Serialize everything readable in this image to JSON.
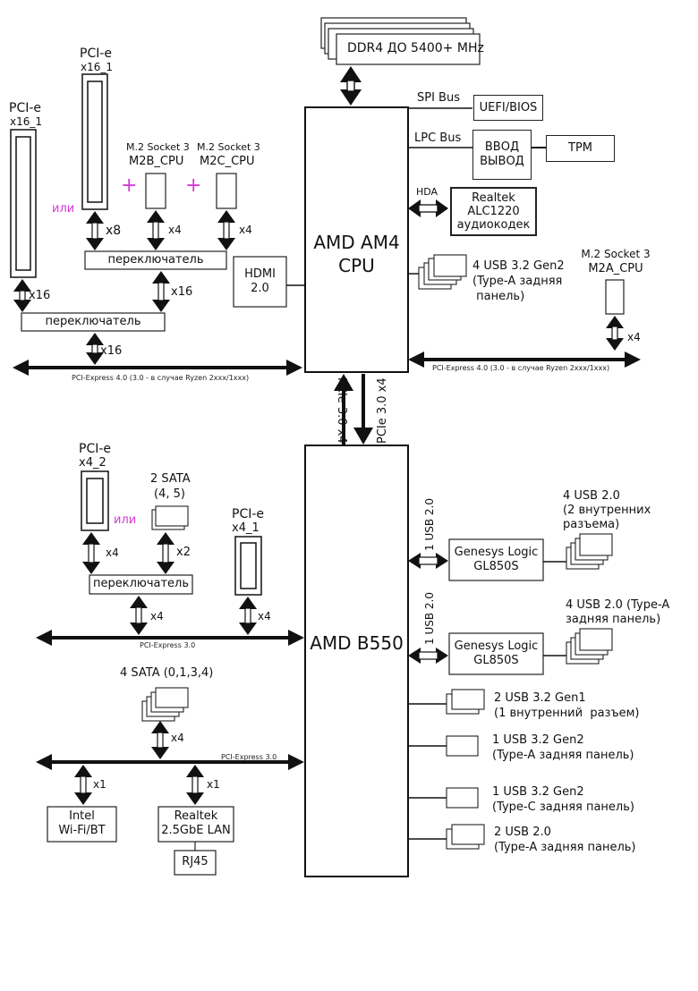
{
  "cpu": {
    "name": "AMD AM4\nCPU"
  },
  "chipset": {
    "name": "AMD B550"
  },
  "memory": {
    "label": "DDR4 ДО 5400+ MHz"
  },
  "cpu_links": {
    "spi_bus": "SPI Bus",
    "lpc_bus": "LPC Bus",
    "hda": "HDA",
    "uefi_bios": "UEFI/BIOS",
    "io_chip": "ВВОД\nВЫВОД",
    "tpm": "TPM",
    "audio_codec": "Realtek\nALC1220\nаудиокодек",
    "hdmi": "HDMI\n2.0",
    "usb_rear": "4 USB 3.2 Gen2\n(Type-A задняя\n панель)",
    "m2a_title": "M.2 Socket 3",
    "m2a_name": "M2A_CPU",
    "m2a_lanes": "x4"
  },
  "cpu_pcie_left": {
    "slot_a_title": "PCI-e",
    "slot_a_name": "x16_1",
    "slot_b_title": "PCI-e",
    "slot_b_name": "x16_1",
    "or_label": "или",
    "plus_symbol": "+",
    "m2b_title": "M.2 Socket 3",
    "m2b_name": "M2B_CPU",
    "m2c_title": "M.2 Socket 3",
    "m2c_name": "M2C_CPU",
    "lanes_x8": "x8",
    "lanes_m2b": "x4",
    "lanes_m2c": "x4",
    "switch_upper": "переключатель",
    "switch_lower": "переключатель",
    "lanes_switch_up": "x16",
    "lanes_slot_a": "x16",
    "lanes_to_bus": "x16"
  },
  "buses": {
    "cpu_bus_left": "PCI-Express 4.0 (3.0 - в случае Ryzen 2xxx/1xxx)",
    "cpu_bus_right": "PCI-Express 4.0 (3.0 - в случае Ryzen 2xxx/1xxx)",
    "uplink_down": "PCIe 3.0 x4",
    "uplink_up": "PCIe 3.0 x4",
    "chipset_bus_upper": "PCI-Express 3.0",
    "chipset_bus_lower": "PCI-Express 3.0"
  },
  "chipset_left": {
    "slot_x4_2_title": "PCI-e",
    "slot_x4_2_name": "x4_2",
    "or_label": "или",
    "sata2_title": "2 SATA",
    "sata2_ports": "(4, 5)",
    "slot_x4_1_title": "PCI-e",
    "slot_x4_1_name": "x4_1",
    "lanes_slot_x4_2": "x4",
    "lanes_sata2": "x2",
    "switch": "переключатель",
    "lanes_switch": "x4",
    "lanes_slot_x4_1": "x4",
    "sata4_label": "4 SATA (0,1,3,4)",
    "lanes_sata4": "x4",
    "wifi": "Intel\nWi-Fi/BT",
    "lanes_wifi": "x1",
    "lan": "Realtek\n2.5GbE LAN",
    "lanes_lan": "x1",
    "rj45": "RJ45"
  },
  "chipset_right": {
    "link1_label": "1 USB 2.0",
    "hub1": "Genesys Logic\nGL850S",
    "hub1_ports": "4 USB 2.0\n(2 внутренних\nразъема)",
    "link2_label": "1 USB 2.0",
    "hub2": "Genesys Logic\nGL850S",
    "hub2_ports": "4 USB 2.0 (Type-A\nзадняя панель)",
    "usb_gen1": "2 USB 3.2 Gen1\n(1 внутренний  разъем)",
    "usb_gen2_a": "1 USB 3.2 Gen2\n(Type-A задняя панель)",
    "usb_gen2_c": "1 USB 3.2 Gen2\n(Type-C задняя панель)",
    "usb20_rear": "2 USB 2.0\n(Type-A задняя панель)"
  },
  "colors": {
    "line": "#111111",
    "accent": "#d63ad6"
  }
}
